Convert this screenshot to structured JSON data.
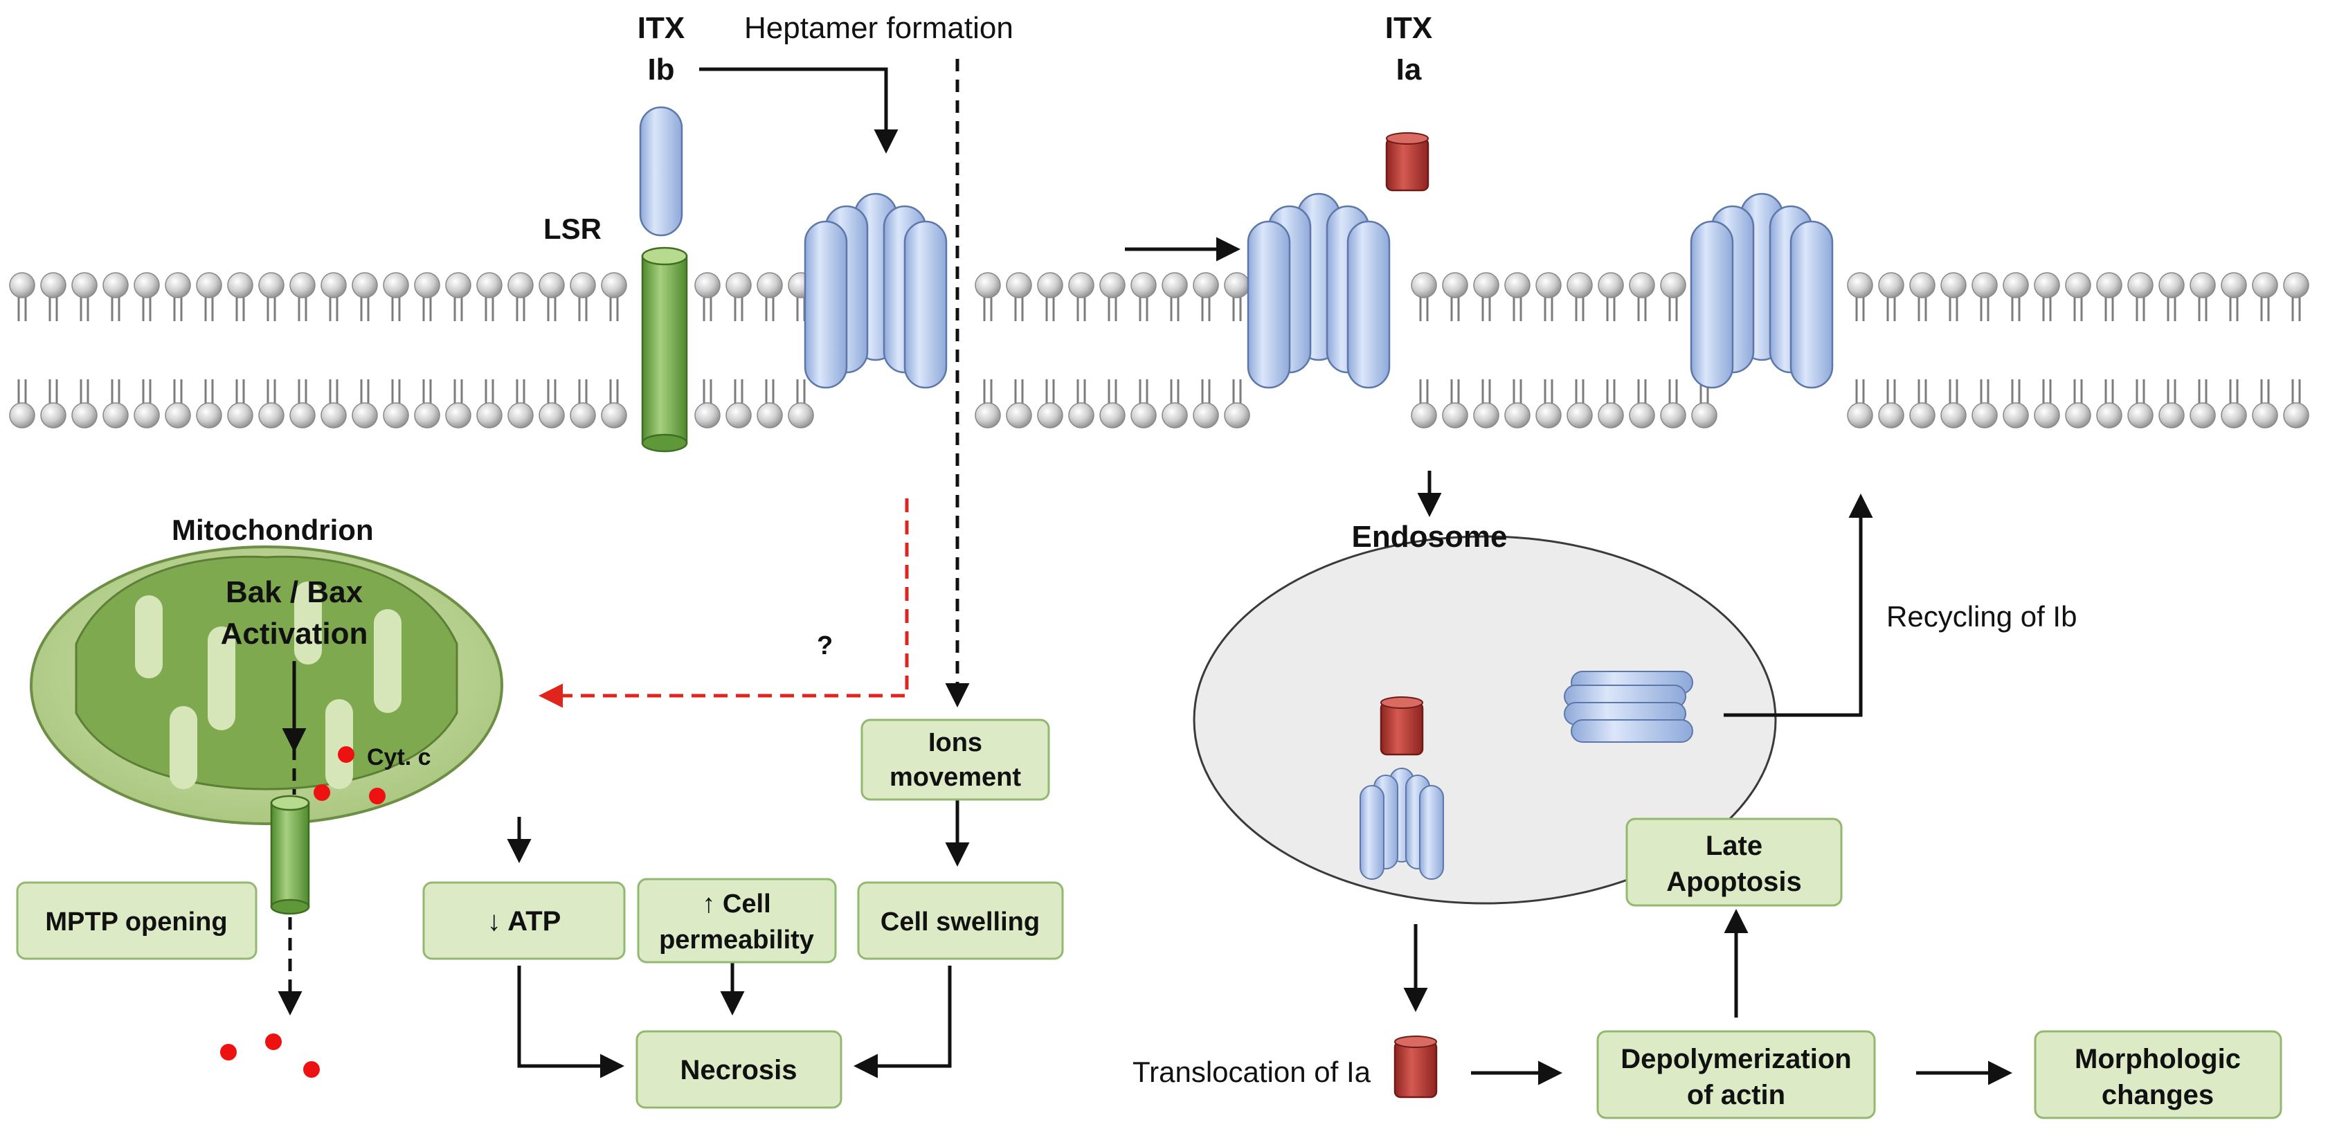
{
  "labels": {
    "itx_ib_line1": "ITX",
    "itx_ib_line2": "Ib",
    "heptamer": "Heptamer formation",
    "itx_ia_line1": "ITX",
    "itx_ia_line2": "Ia",
    "lsr": "LSR",
    "mitochondrion": "Mitochondrion",
    "bak_bax_line1": "Bak / Bax",
    "bak_bax_line2": "Activation",
    "cyt_c": "Cyt. c",
    "question": "?",
    "endosome": "Endosome",
    "recycling": "Recycling of Ib",
    "translocation": "Translocation of Ia"
  },
  "boxes": {
    "mptp": "MPTP opening",
    "atp": "↓ ATP",
    "cell_perm_line1": "↑ Cell",
    "cell_perm_line2": "permeability",
    "cell_swelling": "Cell swelling",
    "ions_line1": "Ions",
    "ions_line2": "movement",
    "necrosis": "Necrosis",
    "late_apop_line1": "Late",
    "late_apop_line2": "Apoptosis",
    "depol_line1": "Depolymerization",
    "depol_line2": "of actin",
    "morph_line1": "Morphologic",
    "morph_line2": "changes"
  },
  "colors": {
    "lipid_head": "#c4c4c4",
    "protein_blue": "#b9cdee",
    "protein_red": "#b5423d",
    "receptor_green": "#6ea847",
    "box_fill": "#dcebc6",
    "box_stroke": "#93b86f",
    "mito_outer": "#b7d08c",
    "mito_inner": "#7ea94f",
    "endosome_fill": "#ececec",
    "red_arrow": "#e0261c",
    "cyt_c_dot": "#ee1111"
  }
}
